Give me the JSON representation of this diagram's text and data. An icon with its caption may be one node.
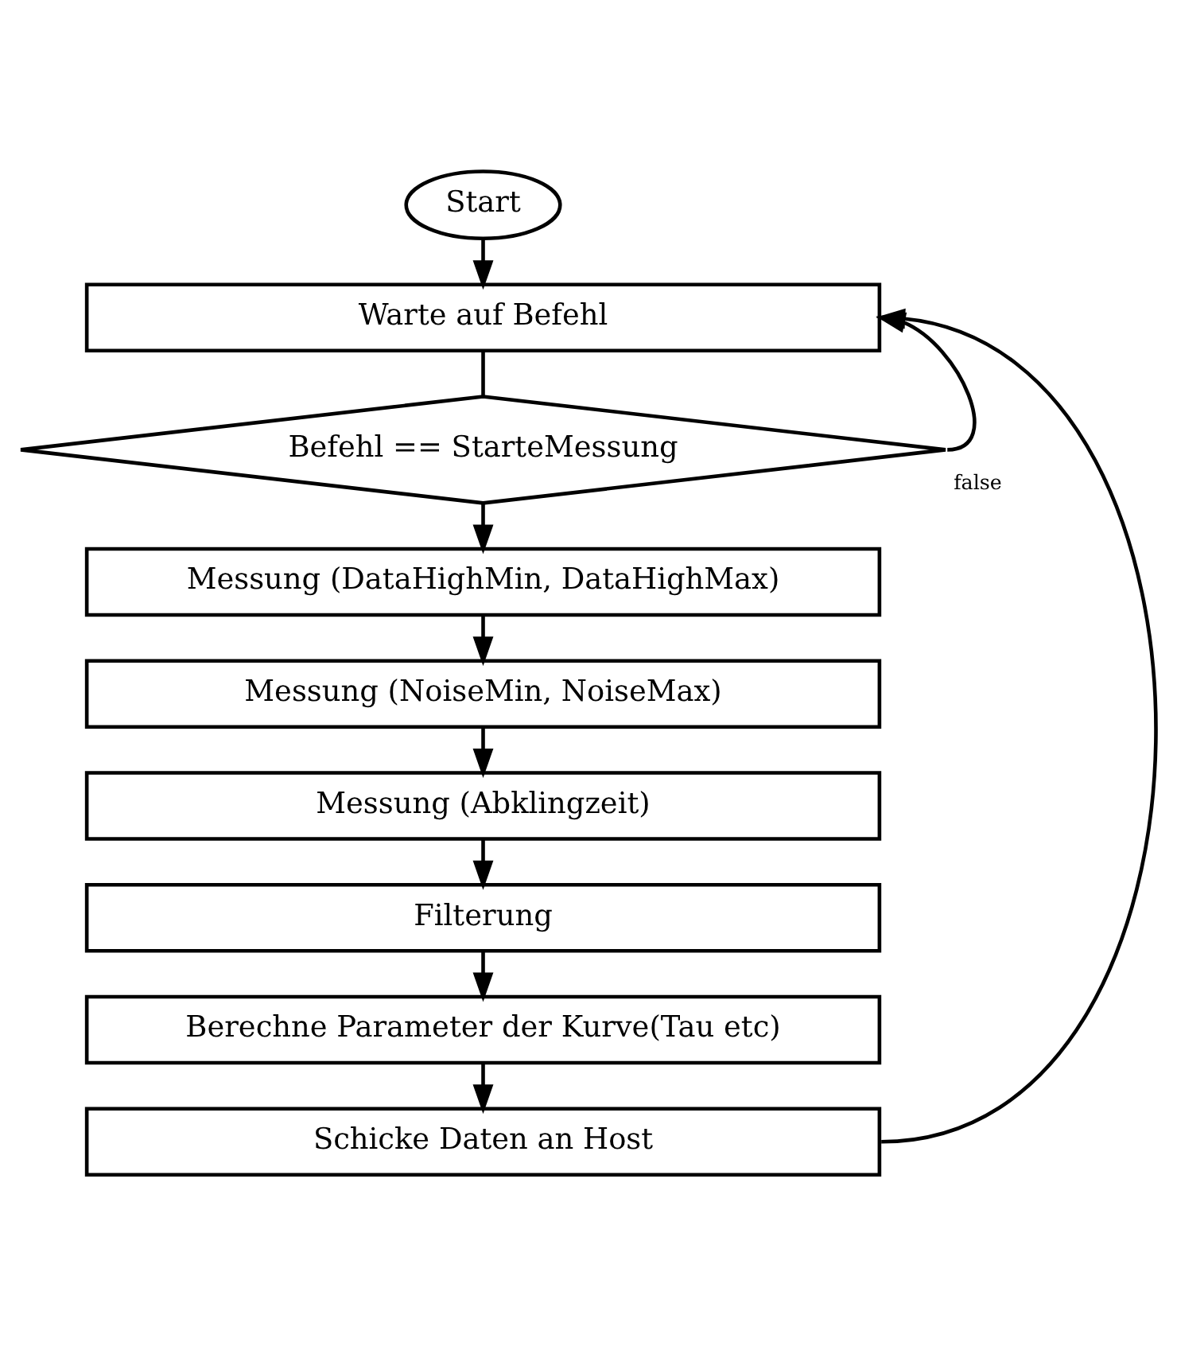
{
  "diagram": {
    "nodes": [
      {
        "text": [
          "Start"
        ]
      },
      {
        "text": [
          "Warte auf Befehl"
        ]
      },
      {
        "text": [
          "Befehl == StarteMessung"
        ]
      },
      {
        "text": [
          "Messung (DataHighMin, DataHighMax)"
        ]
      },
      {
        "text": [
          "Messung (NoiseMin, NoiseMax)"
        ]
      },
      {
        "text": [
          "Messung (Abklingzeit)"
        ]
      },
      {
        "text": [
          "Filterung"
        ]
      },
      {
        "text": [
          "Berechne Parameter der Kurve(Tau etc)"
        ]
      },
      {
        "text": [
          "Schicke Daten an Host"
        ]
      }
    ],
    "edges": [
      {
        "from": 0,
        "to": 1,
        "arrow": "to"
      },
      {
        "from": 1,
        "to": 2,
        "arrow": "none"
      },
      {
        "from": 2,
        "to": 3,
        "arrow": "to"
      },
      {
        "from": 3,
        "to": 4,
        "arrow": "to"
      },
      {
        "from": 4,
        "to": 5,
        "arrow": "to"
      },
      {
        "from": 5,
        "to": 6,
        "arrow": "to"
      },
      {
        "from": 6,
        "to": 7,
        "arrow": "to"
      },
      {
        "from": 7,
        "to": 8,
        "arrow": "to"
      },
      {
        "from": 2,
        "to": 1,
        "arrow": "to",
        "label": "false"
      },
      {
        "from": 8,
        "to": 1,
        "arrow": "to"
      }
    ]
  }
}
